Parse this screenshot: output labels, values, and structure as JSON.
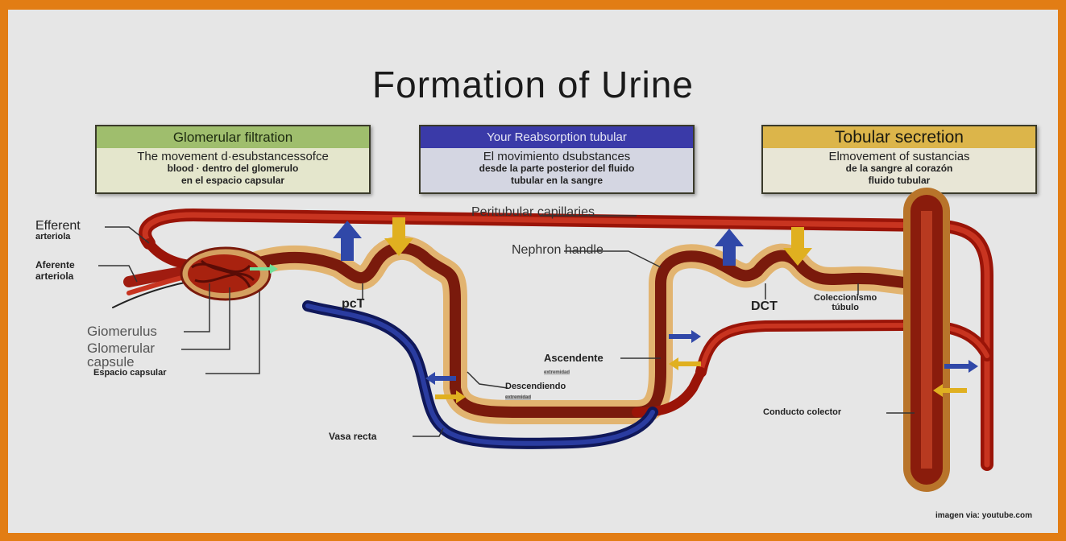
{
  "title": "Formation of Urine",
  "boxes": {
    "filtration": {
      "heading": "Glomerular filtration",
      "line1": "The movement d·esubstancessofce",
      "line2": "blood · dentro del glomerulo",
      "line3": "en el espacio capsular"
    },
    "reabsorption": {
      "heading": "Your Reabsorption tubular",
      "line1": "El movimiento dsubstances",
      "line2": "desde la parte posterior del fluido",
      "line3": "tubular en la sangre"
    },
    "secretion": {
      "heading": "Tobular secretion",
      "line1": "Elmovement of  sustancias",
      "line2": "de la sangre al corazón",
      "line3": "fluido tubular"
    }
  },
  "labels": {
    "efferent": "Efferent",
    "efferent_sub": "arteriola",
    "afferent": "Aferente",
    "afferent_sub": "arteriola",
    "peritubular": "Peritubular capillaries",
    "nephron_handle": "Nephron handle",
    "pct": "pcT",
    "dct": "DCT",
    "collecting_tubule_1": "Coleccionismo",
    "collecting_tubule_2": "túbulo",
    "glomerulus": "Giomerulus",
    "glomerular_capsule_1": "Glomerular",
    "glomerular_capsule_2": "capsule",
    "capsular_space": "Espacio capsular",
    "ascending": "Ascendente",
    "ascending_sub": "extremidad",
    "descending": "Descendiendo",
    "descending_sub": "extremidad",
    "vasa_recta": "Vasa recta",
    "collecting_duct": "Conducto colector"
  },
  "credit": "imagen via: youtube.com",
  "colors": {
    "frame": "#e27d14",
    "vessel_red": "#a81c10",
    "tubule_tan": "#e0b070",
    "vein_blue": "#1c2a80",
    "arrow_blue": "#3048a8",
    "arrow_yellow": "#e0b020"
  }
}
